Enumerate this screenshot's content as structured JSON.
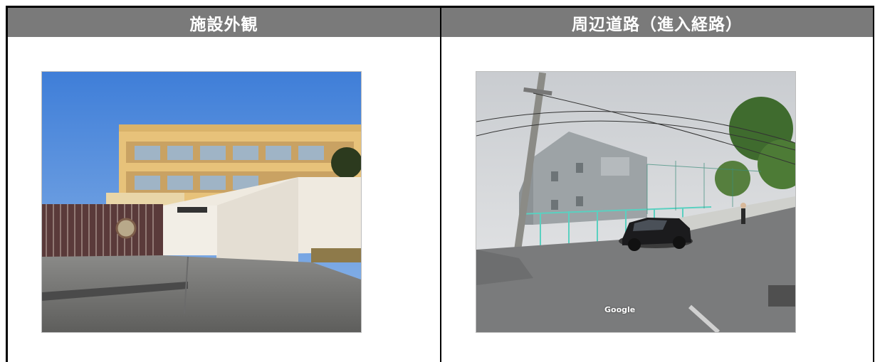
{
  "panels": {
    "left": {
      "title": "施設外観"
    },
    "right": {
      "title": "周辺道路（進入経路）",
      "watermark": "Google"
    }
  },
  "colors": {
    "header_bg": "#7a7a7a",
    "header_text": "#ffffff",
    "border": "#000000"
  }
}
